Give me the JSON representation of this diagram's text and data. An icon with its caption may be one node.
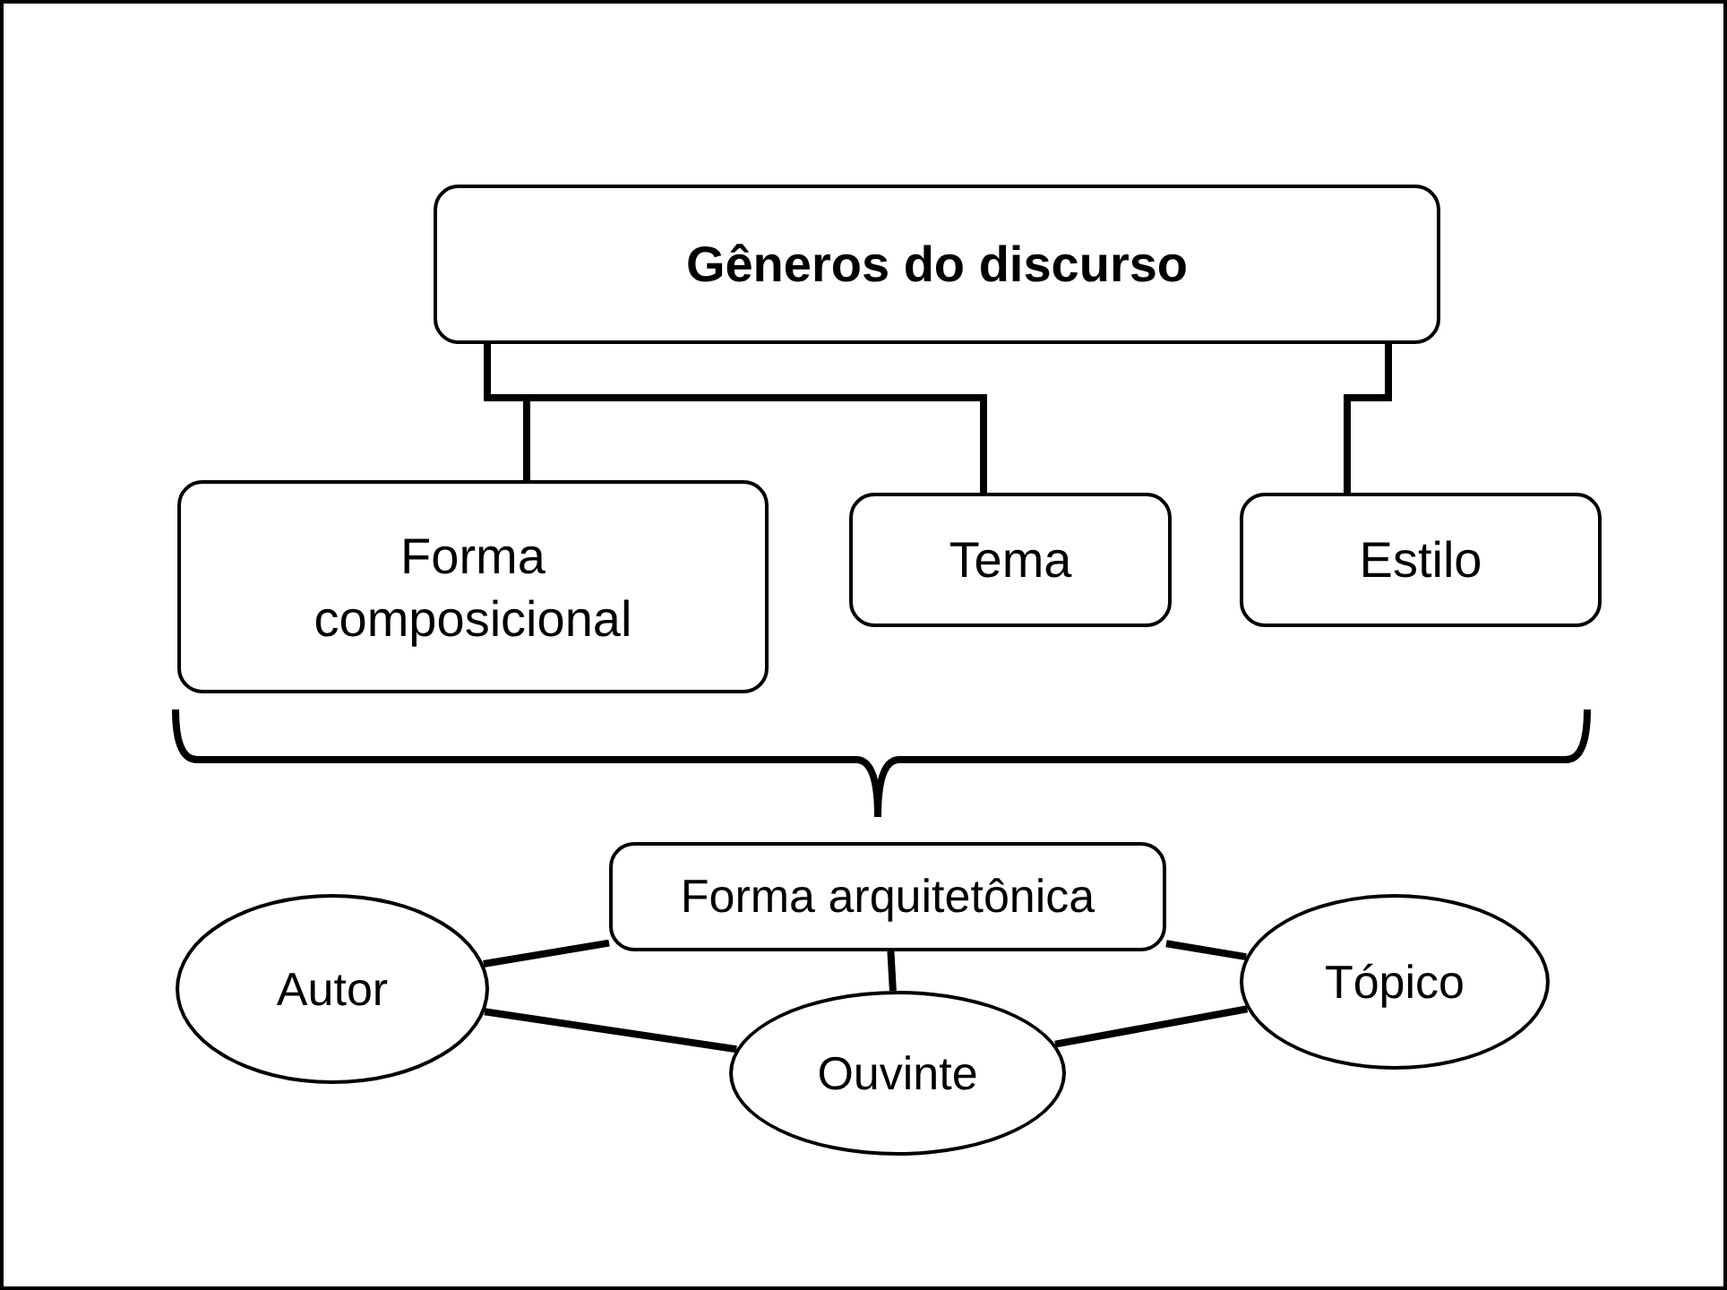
{
  "diagram": {
    "nodes": [
      {
        "text": [
          "Gêneros do discurso"
        ]
      },
      {
        "text": [
          "Forma composicional"
        ]
      },
      {
        "text": [
          "Tema"
        ]
      },
      {
        "text": [
          "Estilo"
        ]
      },
      {
        "text": [
          "Forma arquitetônica"
        ]
      },
      {
        "text": [
          "Autor"
        ]
      },
      {
        "text": [
          "Ouvinte"
        ]
      },
      {
        "text": [
          "Tópico"
        ]
      }
    ],
    "edges": [
      {
        "from": 0,
        "to": 1,
        "arrow": "none"
      },
      {
        "from": 0,
        "to": 2,
        "arrow": "none"
      },
      {
        "from": 0,
        "to": 3,
        "arrow": "none"
      },
      {
        "from": 4,
        "to": 5,
        "arrow": "none"
      },
      {
        "from": 4,
        "to": 6,
        "arrow": "none"
      },
      {
        "from": 4,
        "to": 7,
        "arrow": "none"
      },
      {
        "from": 5,
        "to": 6,
        "arrow": "none"
      },
      {
        "from": 6,
        "to": 7,
        "arrow": "none"
      }
    ]
  }
}
